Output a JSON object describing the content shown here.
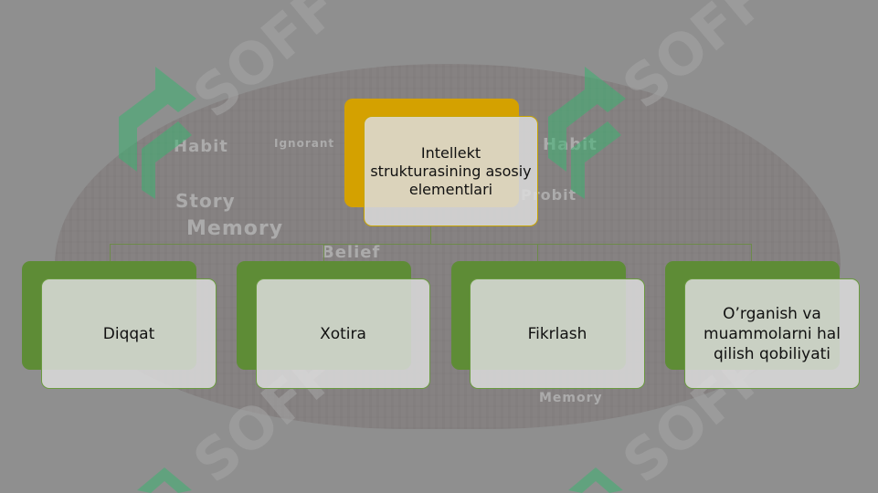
{
  "background": {
    "words": [
      "Habit",
      "Story",
      "Memory",
      "Belief",
      "Ignorant",
      "Habit",
      "Probit",
      "Memory"
    ],
    "watermark_text": "SOFF",
    "watermark_logo_color": "#3cb371"
  },
  "diagram": {
    "root": {
      "label": "Intellekt strukturasining asosiy elementlari",
      "color": "#d4a100"
    },
    "children": [
      {
        "label": "Diqqat",
        "color": "#5e8c36"
      },
      {
        "label": "Xotira",
        "color": "#5e8c36"
      },
      {
        "label": "Fikrlash",
        "color": "#5e8c36"
      },
      {
        "label": "O’rganish va muammolarni hal qilish qobiliyati",
        "color": "#5e8c36"
      }
    ],
    "connector_color": "#6d8a4a"
  }
}
